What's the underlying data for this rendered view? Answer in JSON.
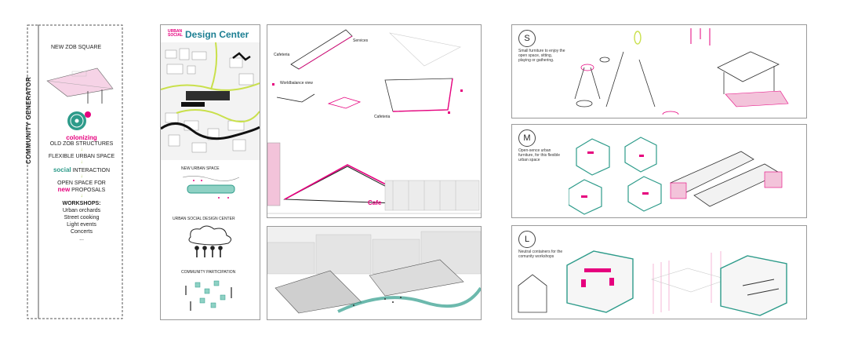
{
  "colors": {
    "pink": "#e6007e",
    "green": "#2d9b8a",
    "lime": "#c9e04b",
    "gray": "#9a9a9a",
    "dark": "#222222"
  },
  "left_column": {
    "vertical_title": "COMMUNITY GENERATOR",
    "heading": "NEW ZOB SQUARE",
    "flow": [
      {
        "accent": "colonizing",
        "line": "OLD ZOB STRUCTURES"
      },
      {
        "accent": "",
        "line": "FLEXIBLE URBAN SPACE"
      },
      {
        "accent": "social",
        "line": "INTERACTION"
      },
      {
        "accent": "",
        "line": "OPEN SPACE FOR"
      },
      {
        "accent": "new",
        "line": "PROPOSALS"
      }
    ],
    "workshops": {
      "title": "WORKSHOPS:",
      "items": [
        "Urban orchards",
        "Street cooking",
        "Light events",
        "Concerts",
        "..."
      ]
    }
  },
  "design_center": {
    "logo_top": "URBAN",
    "logo_bottom": "SOCIAL",
    "title": "Design Center",
    "labels": [
      "NEW URBAN SPACE",
      "URBAN SOCIAL DESIGN CENTER",
      "COMMUNITY PARTICIPATION"
    ]
  },
  "views": {
    "annotations": [
      "Services",
      "Cafeteria",
      "Worldbalance view",
      "Cafeteria",
      "Cafe"
    ]
  },
  "furniture": [
    {
      "size": "S",
      "desc": "Small furniture to enjoy the open space, sitting, playing or gathering."
    },
    {
      "size": "M",
      "desc": "Open-sence urban furniture, for this flexible urban space"
    },
    {
      "size": "L",
      "desc": "Neutral containers for the comunity workshops"
    }
  ]
}
